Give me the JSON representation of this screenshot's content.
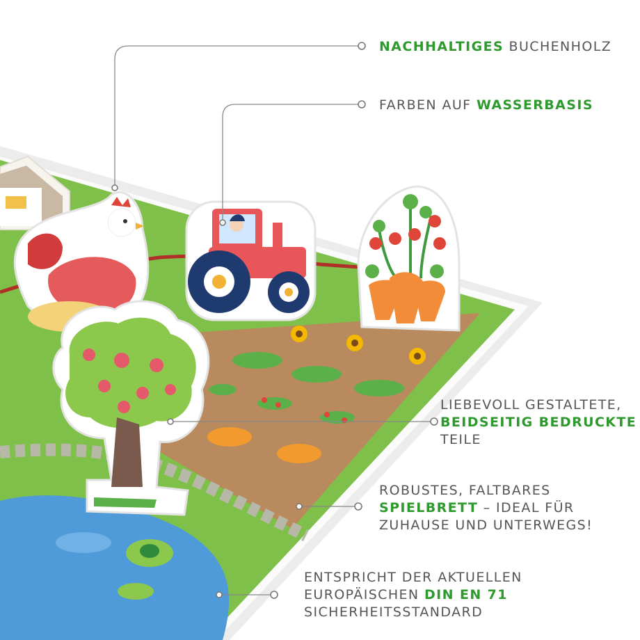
{
  "features": [
    {
      "parts": [
        {
          "text": "NACHHALTIGES",
          "highlight": true
        },
        {
          "text": " BUCHENHOLZ",
          "highlight": false
        }
      ]
    },
    {
      "parts": [
        {
          "text": "FARBEN AUF ",
          "highlight": false
        },
        {
          "text": "WASSERBASIS",
          "highlight": true
        }
      ]
    },
    {
      "lines": [
        [
          {
            "text": "LIEBEVOLL GESTALTETE,",
            "highlight": false
          }
        ],
        [
          {
            "text": "BEIDSEITIG BEDRUCKTE",
            "highlight": true
          }
        ],
        [
          {
            "text": "TEILE",
            "highlight": false
          }
        ]
      ]
    },
    {
      "lines": [
        [
          {
            "text": "ROBUSTES, FALTBARES",
            "highlight": false
          }
        ],
        [
          {
            "text": "SPIELBRETT",
            "highlight": true
          },
          {
            "text": " – IDEAL FÜR",
            "highlight": false
          }
        ],
        [
          {
            "text": "ZUHAUSE UND UNTERWEGS!",
            "highlight": false
          }
        ]
      ]
    },
    {
      "lines": [
        [
          {
            "text": "ENTSPRICHT DER AKTUELLEN",
            "highlight": false
          }
        ],
        [
          {
            "text": "EUROPÄISCHEN ",
            "highlight": false
          },
          {
            "text": "DIN EN 71",
            "highlight": true
          }
        ],
        [
          {
            "text": "SICHERHEITSSTANDARD",
            "highlight": false
          }
        ]
      ]
    }
  ],
  "colors": {
    "text": "#555555",
    "highlight": "#2e9a2e",
    "leader": "#888888"
  }
}
